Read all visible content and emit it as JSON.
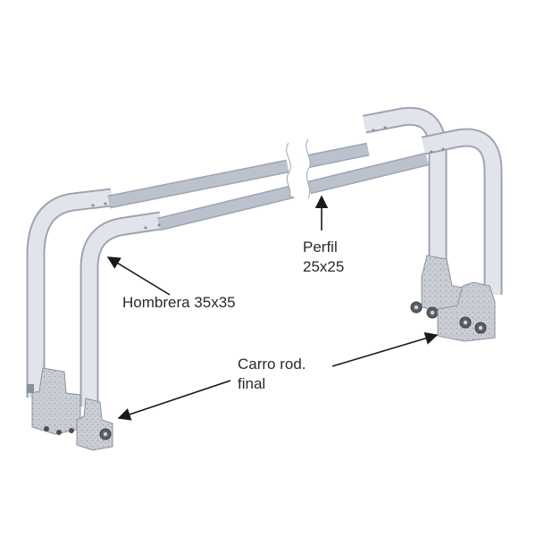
{
  "labels": {
    "perfil": [
      "Perfil",
      "25x25"
    ],
    "hombrera": "Hombrera 35x35",
    "carro": [
      "Carro rod.",
      "final"
    ]
  },
  "colors": {
    "tube_fill": "#dfe2e8",
    "tube_edge": "#9ea4b0",
    "profile_fill": "#b9bfcb",
    "plate_fill": "#c8ccd3",
    "arrow": "#1a1a1a",
    "text": "#2a2a2a"
  }
}
